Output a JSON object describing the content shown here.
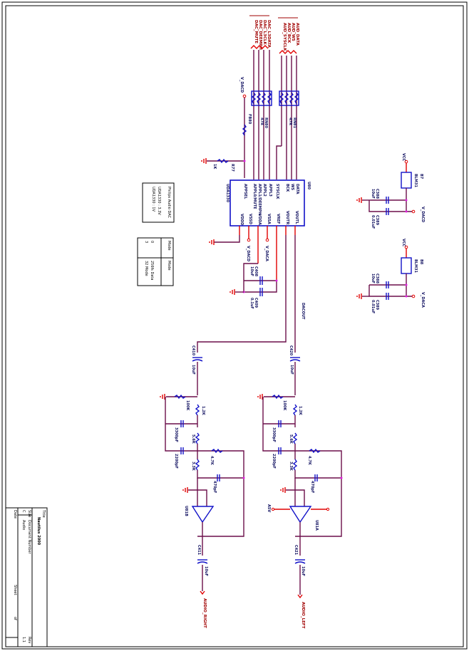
{
  "title_block": {
    "title_label": "Title",
    "title": "Nautilus 2000",
    "size_label": "Size",
    "size": "C",
    "doc_label": "Document Number",
    "doc": "Audio",
    "rev_label": "Rev",
    "rev": "1.1",
    "date_label": "Date",
    "sheet_label": "Sheet",
    "of_label": "of"
  },
  "notes": {
    "title": "Philips Audio DAC",
    "line1": "UDA1330 : 3.3V",
    "line2": "UDA1330 : 1V"
  },
  "table": {
    "h1": "Mode",
    "h2": "Mode",
    "r1c1": "32 Mode",
    "r1c2": "256fs Data",
    "r2c1": "3",
    "r2c2": "0"
  },
  "ic": {
    "ref": "U80",
    "part": "UDA1330",
    "left_pins": [
      "APPSEL",
      "APPL0/MUTE",
      "APPL1/DEEMPH",
      "APPL2",
      "APPL3",
      "SYSCLK",
      "BCK",
      "WS",
      "DATA"
    ],
    "right_pins": [
      "VDDD",
      "VSSD",
      "VDDA",
      "VSSA",
      "VREF",
      "VOUTR",
      "VOUTL"
    ]
  },
  "nets": {
    "top_left": [
      "DAC_MUTE",
      "DAC_DEEMPH",
      "DAC_L3CLK",
      "DAC_L3DATA"
    ],
    "top_right": [
      "AUD_SYSCLK",
      "AUD_BCK",
      "AUD_WS",
      "AUD_DATA"
    ],
    "out_right": "AUDIO_RIGHT",
    "out_left": "AUDIO_LEFT",
    "vdac": "V_DACD",
    "vdaca": "V_DACA",
    "vcc": "VCC",
    "dacout": "DACOUT"
  },
  "components": {
    "rnet1": "RN80",
    "rnet2": "RN81",
    "rn_val": "47R",
    "r77": "R77",
    "r77_val": "1K",
    "r_ferr": "FB80",
    "c_vref1": "C408",
    "c_vref1_val": "10uF",
    "c_vref2": "C409",
    "c_vref2_val": "0.1uF",
    "c_out_r": "C410",
    "c_out_l": "C420",
    "c_out_val": "10uF",
    "r_pull": "100K",
    "r1": "1.2K",
    "r2": "5.6K",
    "r3": "3.3K",
    "r4": "4.7K",
    "c_filt1": "3300pF",
    "c_filt2": "2200pF",
    "c_fb": "470pF",
    "opamp_r": "U81B",
    "opamp_l": "U81A",
    "c_dc_r": "C411",
    "c_dc_l": "C421",
    "c_dc_val": "10uF",
    "reg1": "B7",
    "reg2": "B8",
    "reg_part": "BLM31",
    "c_reg1": "C388",
    "c_reg2": "C389",
    "c_reg_val1": "10uF",
    "c_reg_val2": "0.01uF",
    "a5v": "A5V"
  }
}
